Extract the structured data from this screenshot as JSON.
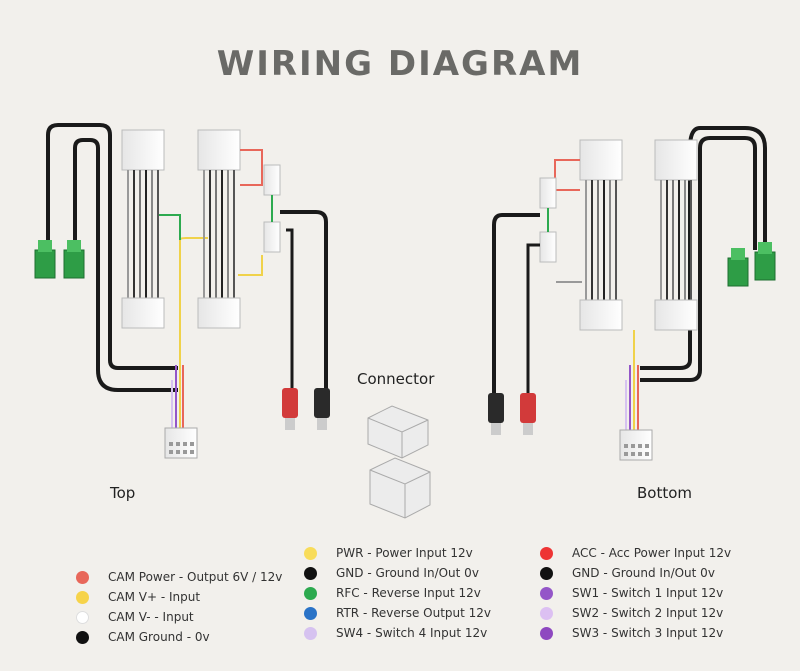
{
  "title": "WIRING DIAGRAM",
  "labels": {
    "connector": "Connector",
    "top": "Top",
    "bottom": "Bottom"
  },
  "legend": {
    "col1": [
      {
        "text": "CAM Power - Output 6V / 12v",
        "color": "#e8675a"
      },
      {
        "text": "CAM V+ - Input",
        "color": "#f6d34a"
      },
      {
        "text": "CAM V- - Input",
        "color": "#ffffff"
      },
      {
        "text": "CAM Ground - 0v",
        "color": "#111111"
      }
    ],
    "col2": [
      {
        "text": "PWR - Power Input 12v",
        "color": "#f8dc5a"
      },
      {
        "text": "GND - Ground In/Out 0v",
        "color": "#111111"
      },
      {
        "text": "RFC - Reverse Input 12v",
        "color": "#2daa4f"
      },
      {
        "text": "RTR - Reverse Output 12v",
        "color": "#2a73c7"
      },
      {
        "text": "SW4 - Switch 4 Input 12v",
        "color": "#d6c2f0"
      }
    ],
    "col3": [
      {
        "text": "ACC - Acc Power Input 12v",
        "color": "#ee3434"
      },
      {
        "text": "GND - Ground In/Out 0v",
        "color": "#111111"
      },
      {
        "text": "SW1 - Switch 1 Input 12v",
        "color": "#9456c8"
      },
      {
        "text": "SW2 - Switch 2  Input 12v",
        "color": "#dcc0f2"
      },
      {
        "text": "SW3 - Switch 3 Input 12v",
        "color": "#8e48c0"
      }
    ]
  }
}
